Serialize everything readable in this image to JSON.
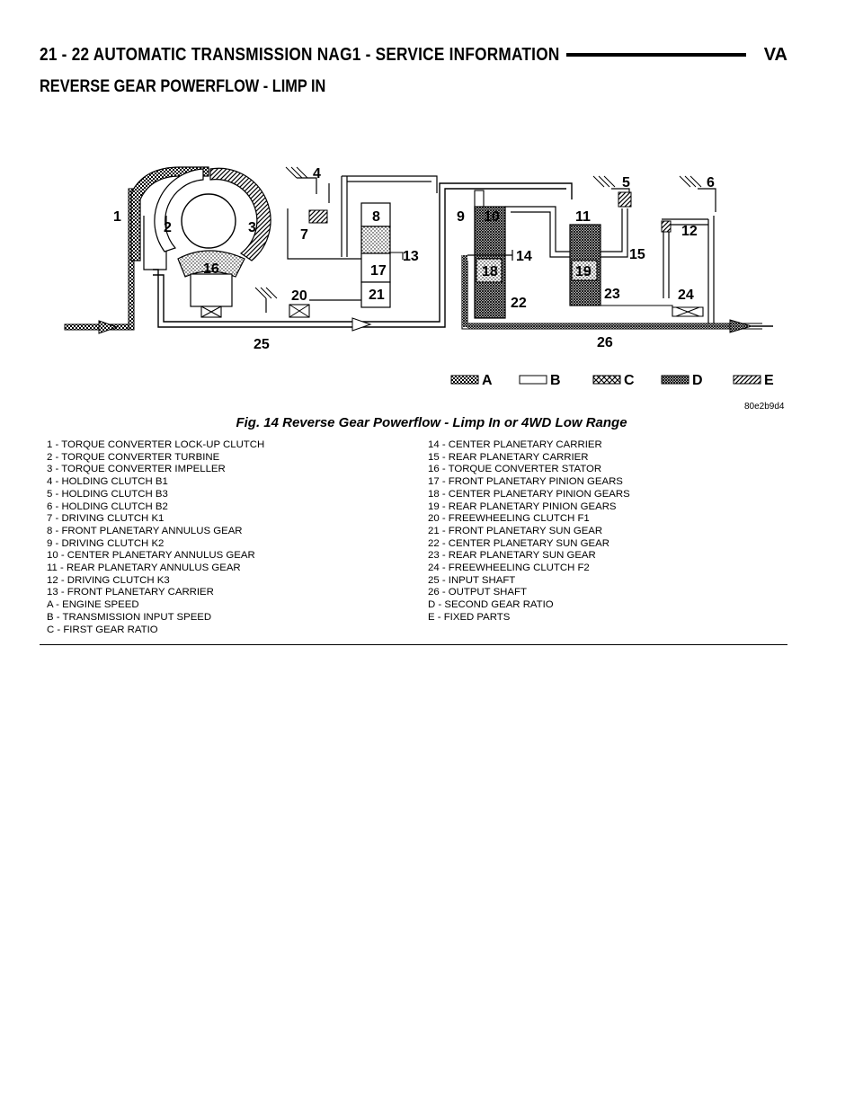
{
  "header": {
    "left": "21 - 22     AUTOMATIC TRANSMISSION NAG1 - SERVICE INFORMATION",
    "right": "VA"
  },
  "section_title": "REVERSE GEAR POWERFLOW - LIMP IN",
  "diagram_labels": {
    "n1": "1",
    "n2": "2",
    "n3": "3",
    "n4": "4",
    "n5": "5",
    "n6": "6",
    "n7": "7",
    "n8": "8",
    "n9": "9",
    "n10": "10",
    "n11": "11",
    "n12": "12",
    "n13": "13",
    "n14": "14",
    "n15": "15",
    "n16": "16",
    "n17": "17",
    "n18": "18",
    "n19": "19",
    "n20": "20",
    "n21": "21",
    "n22": "22",
    "n23": "23",
    "n24": "24",
    "n25": "25",
    "n26": "26"
  },
  "key": {
    "A": "A",
    "B": "B",
    "C": "C",
    "D": "D",
    "E": "E"
  },
  "figure_id": "80e2b9d4",
  "caption": "Fig. 14 Reverse Gear Powerflow - Limp In or 4WD Low Range",
  "legend_left": [
    "1 - TORQUE CONVERTER LOCK-UP CLUTCH",
    "2 - TORQUE CONVERTER TURBINE",
    "3 - TORQUE CONVERTER IMPELLER",
    "4 - HOLDING CLUTCH B1",
    "5 - HOLDING CLUTCH B3",
    "6 - HOLDING CLUTCH B2",
    "7 - DRIVING CLUTCH K1",
    "8 - FRONT PLANETARY ANNULUS GEAR",
    "9 - DRIVING CLUTCH K2",
    "10 - CENTER PLANETARY ANNULUS GEAR",
    "11 - REAR PLANETARY ANNULUS GEAR",
    "12 - DRIVING CLUTCH K3",
    "13 - FRONT PLANETARY CARRIER",
    "A - ENGINE SPEED",
    "B - TRANSMISSION INPUT SPEED",
    "C - FIRST GEAR RATIO"
  ],
  "legend_right": [
    "14 - CENTER PLANETARY CARRIER",
    "15 - REAR PLANETARY CARRIER",
    "16 - TORQUE CONVERTER STATOR",
    "17 - FRONT PLANETARY PINION GEARS",
    "18 - CENTER PLANETARY PINION GEARS",
    "19 - REAR PLANETARY PINION GEARS",
    "20 - FREEWHEELING CLUTCH F1",
    "21 - FRONT PLANETARY SUN GEAR",
    "22 - CENTER PLANETARY SUN GEAR",
    "23 - REAR PLANETARY SUN GEAR",
    "24 - FREEWHEELING CLUTCH F2",
    "25 - INPUT SHAFT",
    "26 - OUTPUT SHAFT",
    "D - SECOND GEAR RATIO",
    "E - FIXED PARTS"
  ]
}
